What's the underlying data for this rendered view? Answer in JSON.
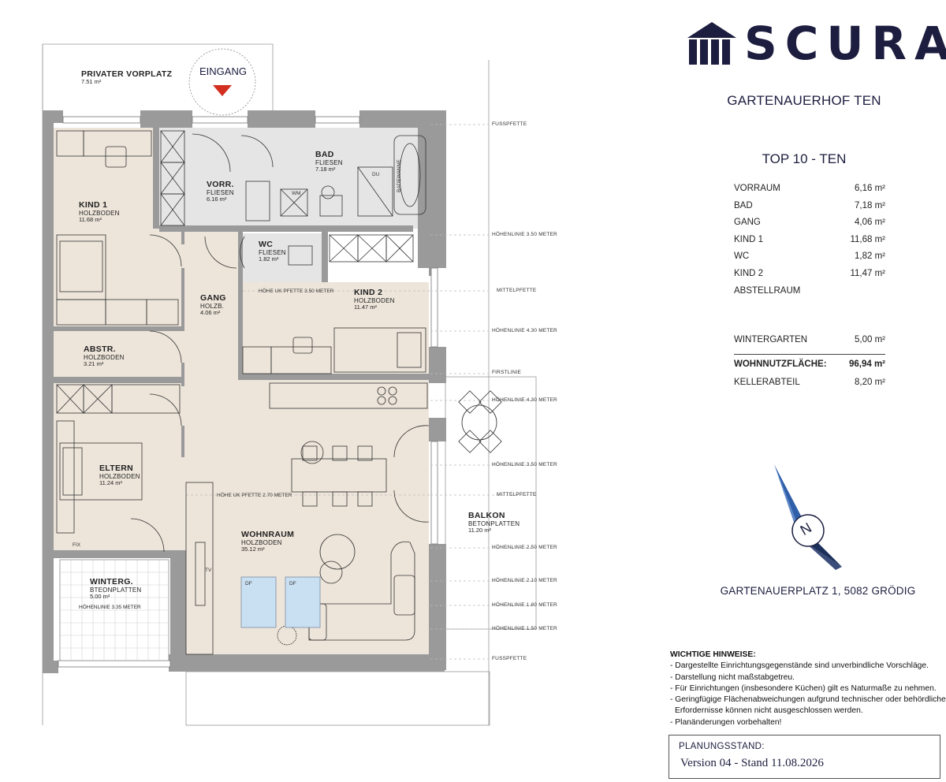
{
  "brand": {
    "name": "SCURA",
    "color": "#1c1d3f"
  },
  "project_name": "GARTENAUERHOF TEN",
  "unit_title": "TOP 10 - TEN",
  "areas": [
    {
      "label": "VORRAUM",
      "value": "6,16 m²"
    },
    {
      "label": "BAD",
      "value": "7,18 m²"
    },
    {
      "label": "GANG",
      "value": "4,06 m²"
    },
    {
      "label": "KIND 1",
      "value": "11,68 m²"
    },
    {
      "label": "WC",
      "value": "1,82 m²"
    },
    {
      "label": "KIND 2",
      "value": "11,47 m²"
    },
    {
      "label": "ABSTELLRAUM",
      "value": ""
    }
  ],
  "wintergarten": {
    "label": "WINTERGARTEN",
    "value": "5,00 m²"
  },
  "total": {
    "label": "WOHNNUTZFLÄCHE:",
    "value": "96,94 m²"
  },
  "keller": {
    "label": "KELLERABTEIL",
    "value": "8,20 m²"
  },
  "compass_letter": "N",
  "address": "GARTENAUERPLATZ 1, 5082 GRÖDIG",
  "hints": {
    "title": "WICHTIGE HINWEISE:",
    "items": [
      "- Dargestellte Einrichtungsgegenstände sind unverbindliche Vorschläge.",
      "- Darstellung nicht maßstabgetreu.",
      "- Für Einrichtungen (insbesondere Küchen) gilt es Naturmaße zu nehmen.",
      "- Geringfügige Flächenabweichungen aufgrund technischer oder behördlicher",
      "  Erfordernisse können nicht ausgeschlossen werden.",
      "- Planänderungen vorbehalten!"
    ]
  },
  "status": {
    "label": "PLANUNGSSTAND:",
    "value": "Version 04 - Stand 11.08.2026"
  },
  "plan": {
    "entrance": "EINGANG",
    "rooms": {
      "vorplatz": {
        "name": "PRIVATER VORPLATZ",
        "material": "",
        "area": "7.51 m²"
      },
      "kind1": {
        "name": "KIND 1",
        "material": "HOLZBODEN",
        "area": "11.68 m²"
      },
      "vorr": {
        "name": "VORR.",
        "material": "FLIESEN",
        "area": "6.16 m²"
      },
      "bad": {
        "name": "BAD",
        "material": "FLIESEN",
        "area": "7.18 m²"
      },
      "wc": {
        "name": "WC",
        "material": "FLIESEN",
        "area": "1.82 m²"
      },
      "gang": {
        "name": "GANG",
        "material": "HOLZB.",
        "area": "4.06 m²"
      },
      "kind2": {
        "name": "KIND 2",
        "material": "HOLZBODEN",
        "area": "11.47 m²"
      },
      "abstr": {
        "name": "ABSTR.",
        "material": "HOLZBODEN",
        "area": "3.21 m²"
      },
      "eltern": {
        "name": "ELTERN",
        "material": "HOLZBODEN",
        "area": "11.24 m²"
      },
      "wohnraum": {
        "name": "WOHNRAUM",
        "material": "HOLZBODEN",
        "area": "35.12 m²"
      },
      "balkon": {
        "name": "BALKON",
        "material": "BETONPLATTEN",
        "area": "11.20 m²"
      },
      "winterg": {
        "name": "WINTERG.",
        "material": "BTEONPLATTEN",
        "area": "5.00 m²",
        "extra": "HÖHENLINIE 3.35 METER"
      }
    },
    "fixtures": {
      "wm": "WM",
      "du": "DU",
      "badewanne": "BADEWANNE",
      "tv": "TV",
      "df1": "DF",
      "df2": "DF",
      "fix": "FIX"
    },
    "notes": {
      "pfette_350": "HÖHE UK PFETTE 3.50 METER",
      "pfette_270": "HÖHE UK PFETTE 2.70 METER"
    },
    "refs": {
      "fusspfette_top": "FUSSPFETTE",
      "h350a": "HÖHENLINIE 3.50 METER",
      "mittelpfette_a": "MITTELPFETTE",
      "h430a": "HÖHENLINIE 4.30 METER",
      "firstlinie": "FIRSTLINIE",
      "h430b": "HÖHENLINIE 4.30 METER",
      "h350b": "HÖHENLINIE 3.50 METER",
      "mittelpfette_b": "MITTELPFETTE",
      "h250": "HÖHENLINIE 2.50 METER",
      "h210": "HÖHENLINIE 2.10 METER",
      "h180": "HÖHENLINIE 1.80 METER",
      "h150": "HÖHENLINIE 1.50 METER",
      "fusspfette_bottom": "FUSSPFETTE"
    }
  }
}
